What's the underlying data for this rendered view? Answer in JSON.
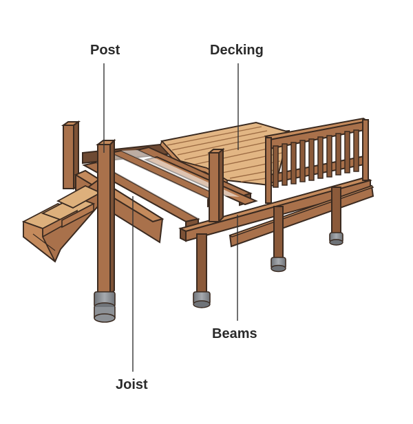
{
  "labels": {
    "post": "Post",
    "decking": "Decking",
    "beams": "Beams",
    "joist": "Joist"
  },
  "colors": {
    "wood_dark": "#8b5a3a",
    "wood_mid": "#a9714b",
    "wood_light": "#c48a5c",
    "deck_board": "#e2b684",
    "stair_tread": "#ddb07c",
    "concrete": "#8d9196",
    "outline": "#3a2a20",
    "leader": "#333333"
  }
}
